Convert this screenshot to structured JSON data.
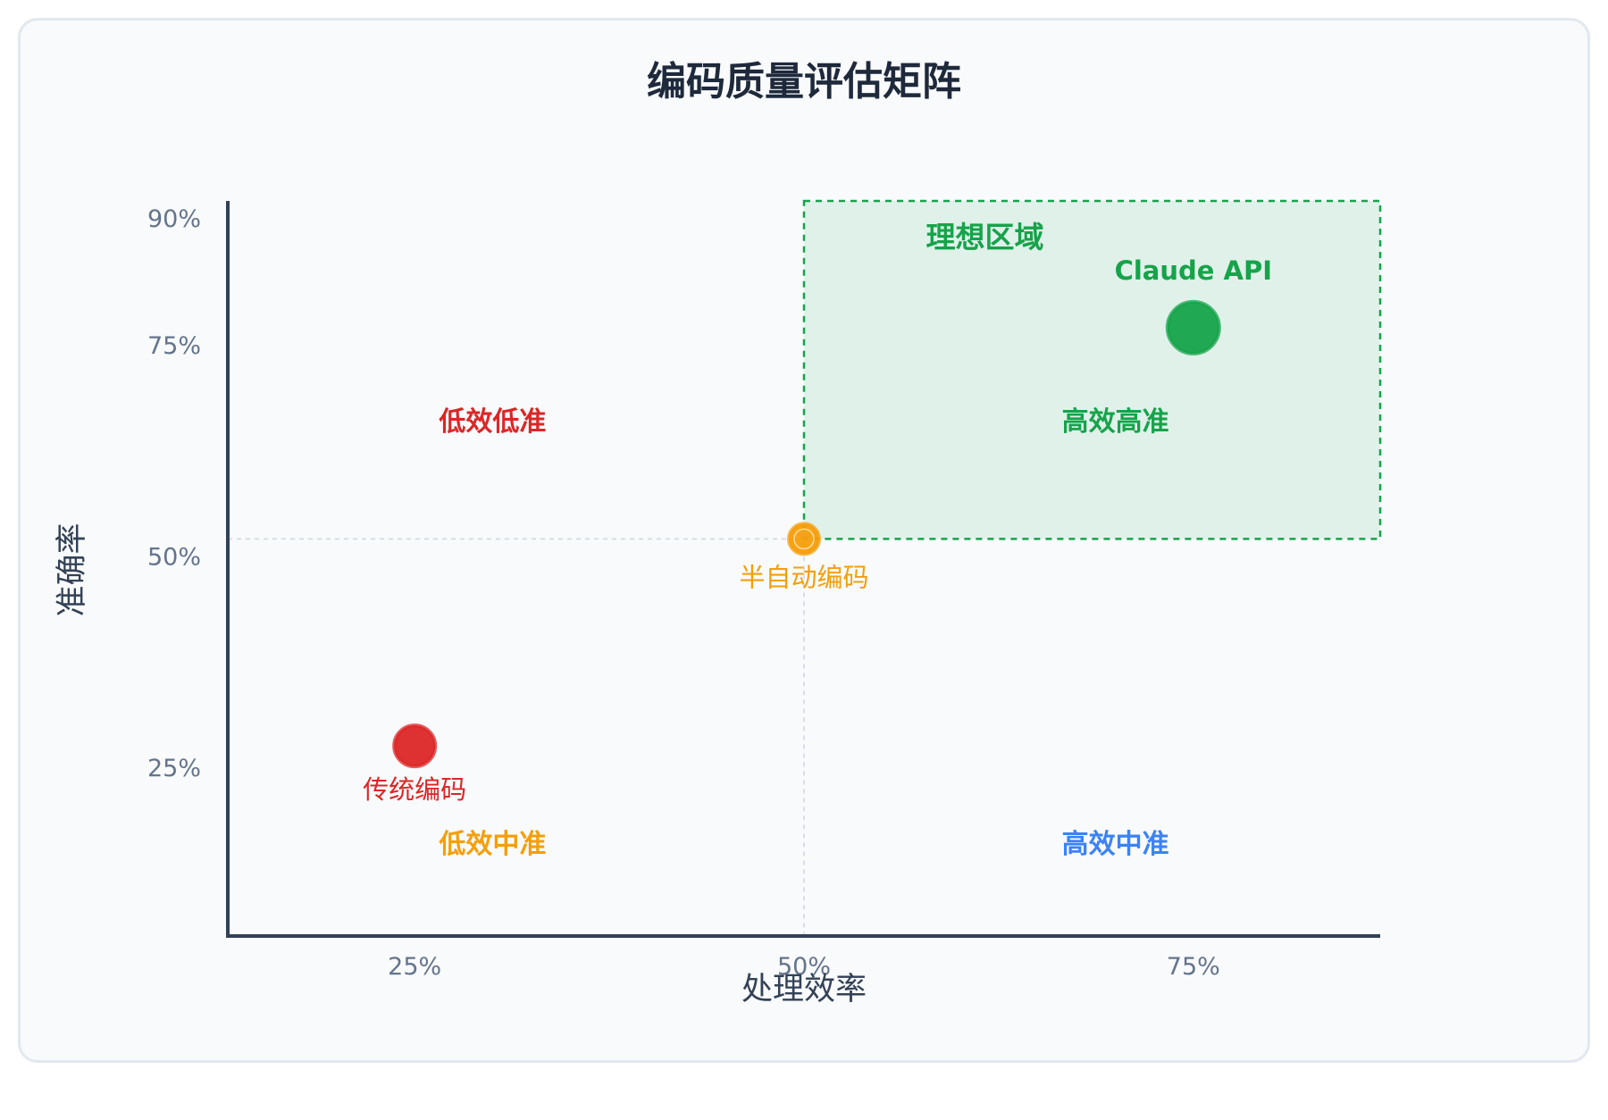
{
  "chart_data": {
    "type": "scatter",
    "title": "编码质量评估矩阵",
    "xlabel": "处理效率",
    "ylabel": "准确率",
    "x_ticks": [
      "25%",
      "50%",
      "75%"
    ],
    "y_ticks": [
      "25%",
      "50%",
      "75%",
      "90%"
    ],
    "xlim": [
      13,
      87
    ],
    "ylim": [
      5,
      92
    ],
    "reference_lines": {
      "x": 50,
      "y": 52
    },
    "ideal_zone": {
      "label": "理想区域",
      "x_range": [
        50,
        87
      ],
      "y_range": [
        52,
        92
      ],
      "color": "#16a34a"
    },
    "quadrant_labels": [
      {
        "text": "低效低准",
        "color": "#dc2626",
        "x": 30,
        "y": 66
      },
      {
        "text": "高效高准",
        "color": "#16a34a",
        "x": 70,
        "y": 66
      },
      {
        "text": "低效中准",
        "color": "#f59e0b",
        "x": 30,
        "y": 16
      },
      {
        "text": "高效中准",
        "color": "#3b82f6",
        "x": 70,
        "y": 16
      }
    ],
    "points": [
      {
        "label": "传统编码",
        "x": 25,
        "y": 27.5,
        "color": "#dc2626",
        "size": "medium",
        "label_pos": "below",
        "bold": false
      },
      {
        "label": "半自动编码",
        "x": 50,
        "y": 52,
        "color": "#f59e0b",
        "size": "small",
        "label_pos": "below",
        "bold": false
      },
      {
        "label": "Claude API",
        "x": 75,
        "y": 77,
        "color": "#16a34a",
        "size": "large",
        "label_pos": "above",
        "bold": true
      }
    ]
  }
}
